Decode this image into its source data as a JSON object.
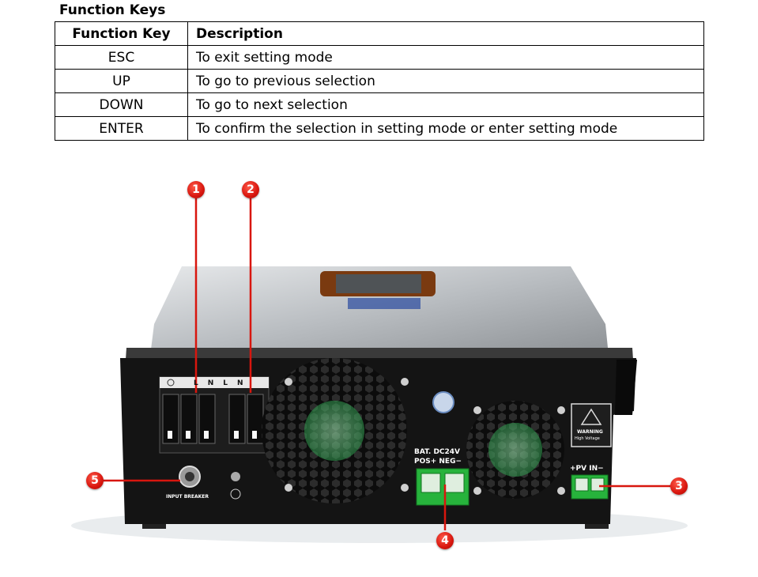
{
  "section_title": "Function Keys",
  "table": {
    "headers": [
      "Function Key",
      "Description"
    ],
    "rows": [
      {
        "key": "ESC",
        "description": "To exit setting mode"
      },
      {
        "key": "UP",
        "description": "To go to previous selection"
      },
      {
        "key": "DOWN",
        "description": "To go to next selection"
      },
      {
        "key": "ENTER",
        "description": "To confirm the selection in setting mode or enter setting mode"
      }
    ]
  },
  "callouts": [
    "1",
    "2",
    "3",
    "4",
    "5"
  ],
  "device_labels": {
    "terminal_marks": [
      "L",
      "N",
      "L",
      "N"
    ],
    "input_breaker": "INPUT BREAKER",
    "battery_line1": "BAT.  DC24V",
    "battery_line2": "POS+  NEG−",
    "pv": "+PV IN−",
    "warning_title": "WARNING",
    "warning_sub": "High Voltage"
  },
  "colors": {
    "callout_red": "#d8160e",
    "terminal_green": "#27b33c",
    "panel_black": "#141414",
    "chassis_silver": "#b8bcc0"
  }
}
